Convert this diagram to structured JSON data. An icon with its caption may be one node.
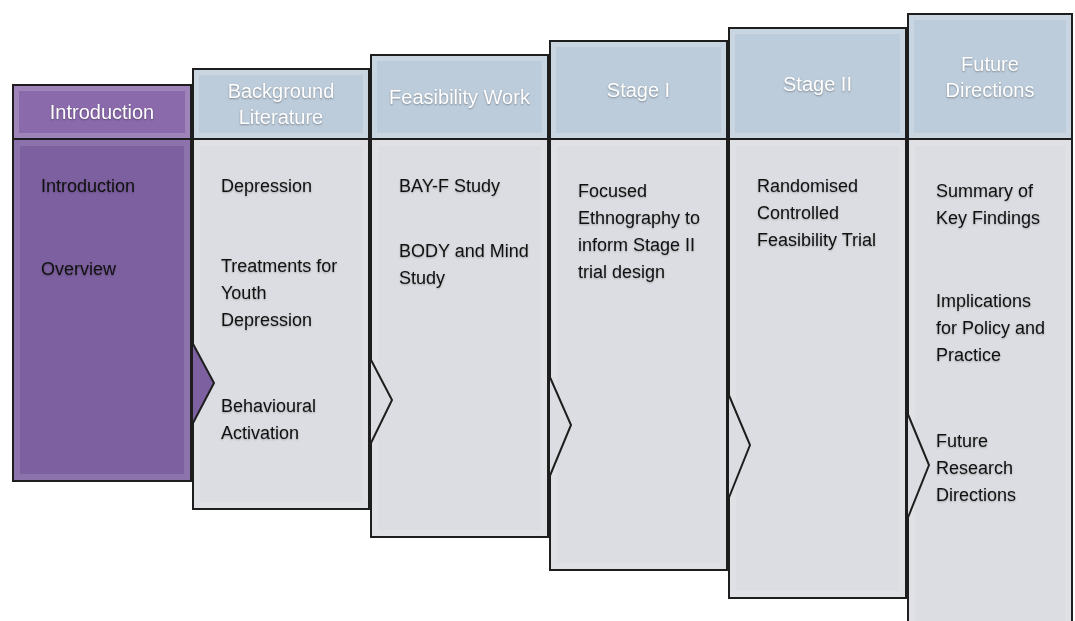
{
  "diagram": {
    "nodes": [
      {
        "text": [
          "Introduction"
        ]
      },
      {
        "text": [
          "Introduction",
          "Overview"
        ]
      },
      {
        "text": [
          "Background Literature"
        ]
      },
      {
        "text": [
          "Depression",
          "Treatments for Youth Depression",
          "Behavioural Activation"
        ]
      },
      {
        "text": [
          "Feasibility Work"
        ]
      },
      {
        "text": [
          "BAY-F Study",
          "BODY and Mind Study"
        ]
      },
      {
        "text": [
          "Stage I"
        ]
      },
      {
        "text": [
          "Focused Ethnography to inform Stage II trial design"
        ]
      },
      {
        "text": [
          "Stage II"
        ]
      },
      {
        "text": [
          "Randomised Controlled Feasibility Trial"
        ]
      },
      {
        "text": [
          "Future Directions"
        ]
      },
      {
        "text": [
          "Summary of Key Findings",
          "Implications for Policy and Practice",
          "Future Research Directions"
        ]
      }
    ],
    "edges": [
      {
        "from": 1,
        "to": 3,
        "arrow": "to"
      },
      {
        "from": 3,
        "to": 5,
        "arrow": "to"
      },
      {
        "from": 5,
        "to": 7,
        "arrow": "to"
      },
      {
        "from": 7,
        "to": 9,
        "arrow": "to"
      },
      {
        "from": 9,
        "to": 11,
        "arrow": "to"
      }
    ]
  }
}
